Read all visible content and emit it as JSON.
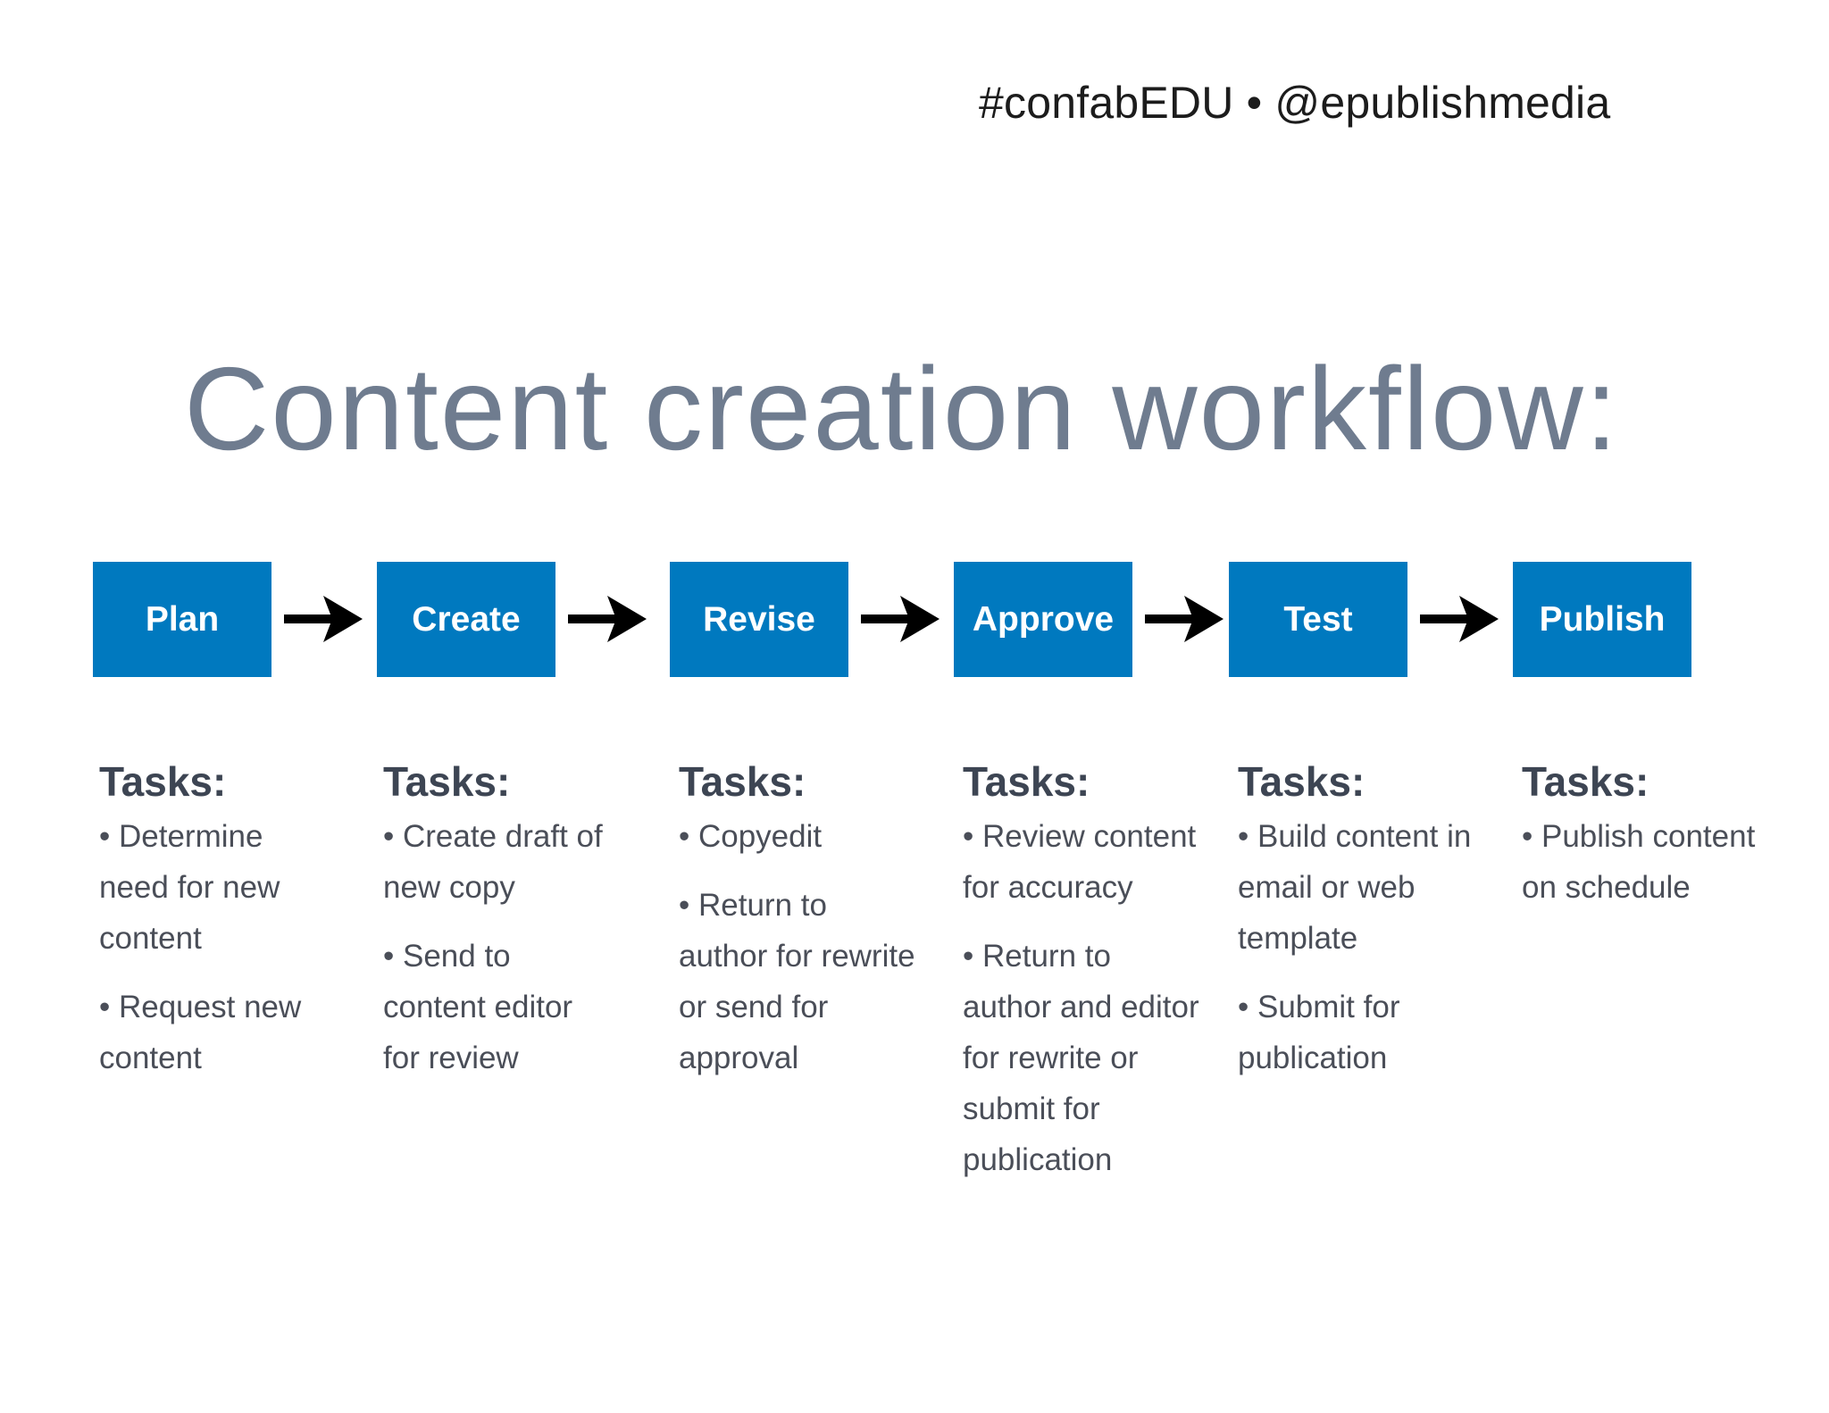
{
  "header": {
    "hashtag": "#confabEDU • @epublishmedia"
  },
  "title": "Content creation workflow:",
  "tasks_heading": "Tasks:",
  "colors": {
    "step_fill": "#0079bf",
    "title": "#6f7c8f"
  },
  "steps": [
    {
      "label": "Plan",
      "tasks": [
        "• Determine\nneed for new\ncontent",
        "• Request new\ncontent"
      ]
    },
    {
      "label": "Create",
      "tasks": [
        "• Create draft of\nnew copy",
        "• Send to\ncontent editor\nfor review"
      ]
    },
    {
      "label": "Revise",
      "tasks": [
        "• Copyedit",
        "• Return to\nauthor for rewrite\nor send for\napproval"
      ]
    },
    {
      "label": "Approve",
      "tasks": [
        "• Review content\nfor accuracy",
        "• Return to\nauthor and editor\nfor rewrite or\nsubmit for\npublication"
      ]
    },
    {
      "label": "Test",
      "tasks": [
        "• Build content in\nemail or web\ntemplate",
        "• Submit for\npublication"
      ]
    },
    {
      "label": "Publish",
      "tasks": [
        "• Publish content\non schedule"
      ]
    }
  ]
}
